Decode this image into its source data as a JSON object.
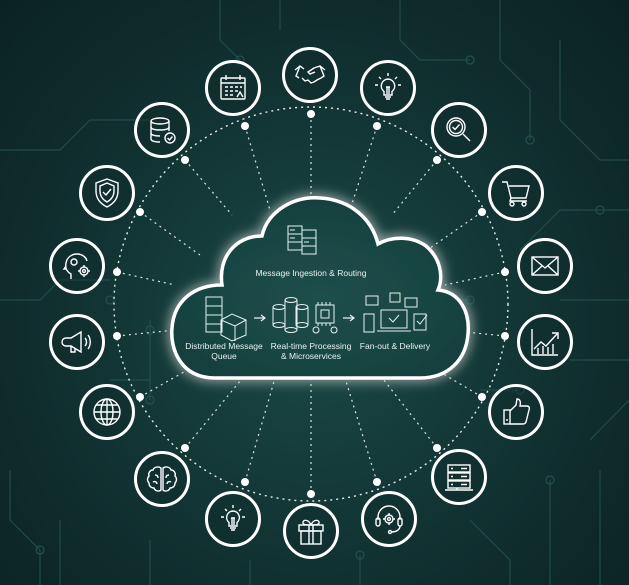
{
  "colors": {
    "background": "#0f2a2a",
    "background_glow": "#1b4a48",
    "line": "#ffffff",
    "circuit": "#2c5a57",
    "text": "#e6f2f1"
  },
  "cloud": {
    "top_stage": {
      "label": "Message Ingestion & Routing",
      "icon": "server-stack-icon"
    },
    "stages": [
      {
        "label_line1": "Distributed Message",
        "label_line2": "Queue",
        "icon": "message-queue-boxes-icon"
      },
      {
        "label_line1": "Real-time Processing",
        "label_line2": "& Microservices",
        "icon": "processing-chip-icon"
      },
      {
        "label_line1": "Fan-out & Delivery",
        "label_line2": "",
        "icon": "multi-device-delivery-icon"
      }
    ],
    "arrows": [
      "→",
      "→"
    ]
  },
  "nodes": [
    {
      "name": "calendar-icon"
    },
    {
      "name": "handshake-icon"
    },
    {
      "name": "lightbulb-icon"
    },
    {
      "name": "database-check-icon"
    },
    {
      "name": "search-check-icon"
    },
    {
      "name": "shield-check-icon"
    },
    {
      "name": "shopping-cart-icon"
    },
    {
      "name": "head-gear-icon"
    },
    {
      "name": "mail-icon"
    },
    {
      "name": "megaphone-icon"
    },
    {
      "name": "growth-chart-icon"
    },
    {
      "name": "globe-icon"
    },
    {
      "name": "thumbs-up-icon"
    },
    {
      "name": "brain-icon"
    },
    {
      "name": "server-rack-icon"
    },
    {
      "name": "lightbulb-icon"
    },
    {
      "name": "support-headset-icon"
    },
    {
      "name": "gift-icon"
    }
  ]
}
